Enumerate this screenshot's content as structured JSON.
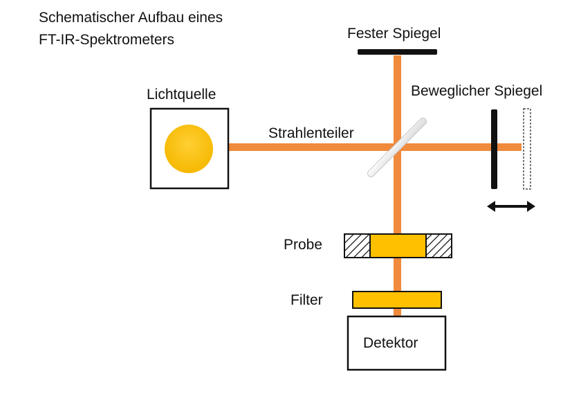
{
  "title": {
    "line1": "Schematischer Aufbau eines",
    "line2": "FT-IR-Spektrometers"
  },
  "labels": {
    "light_source": "Lichtquelle",
    "fixed_mirror": "Fester Spiegel",
    "movable_mirror": "Beweglicher Spiegel",
    "beam_splitter": "Strahlenteiler",
    "sample": "Probe",
    "filter": "Filter",
    "detector": "Detektor"
  },
  "colors": {
    "beam": "#f08a3c",
    "source": "#fbc02d",
    "sample": "#ffc000",
    "mirror": "#111111"
  }
}
